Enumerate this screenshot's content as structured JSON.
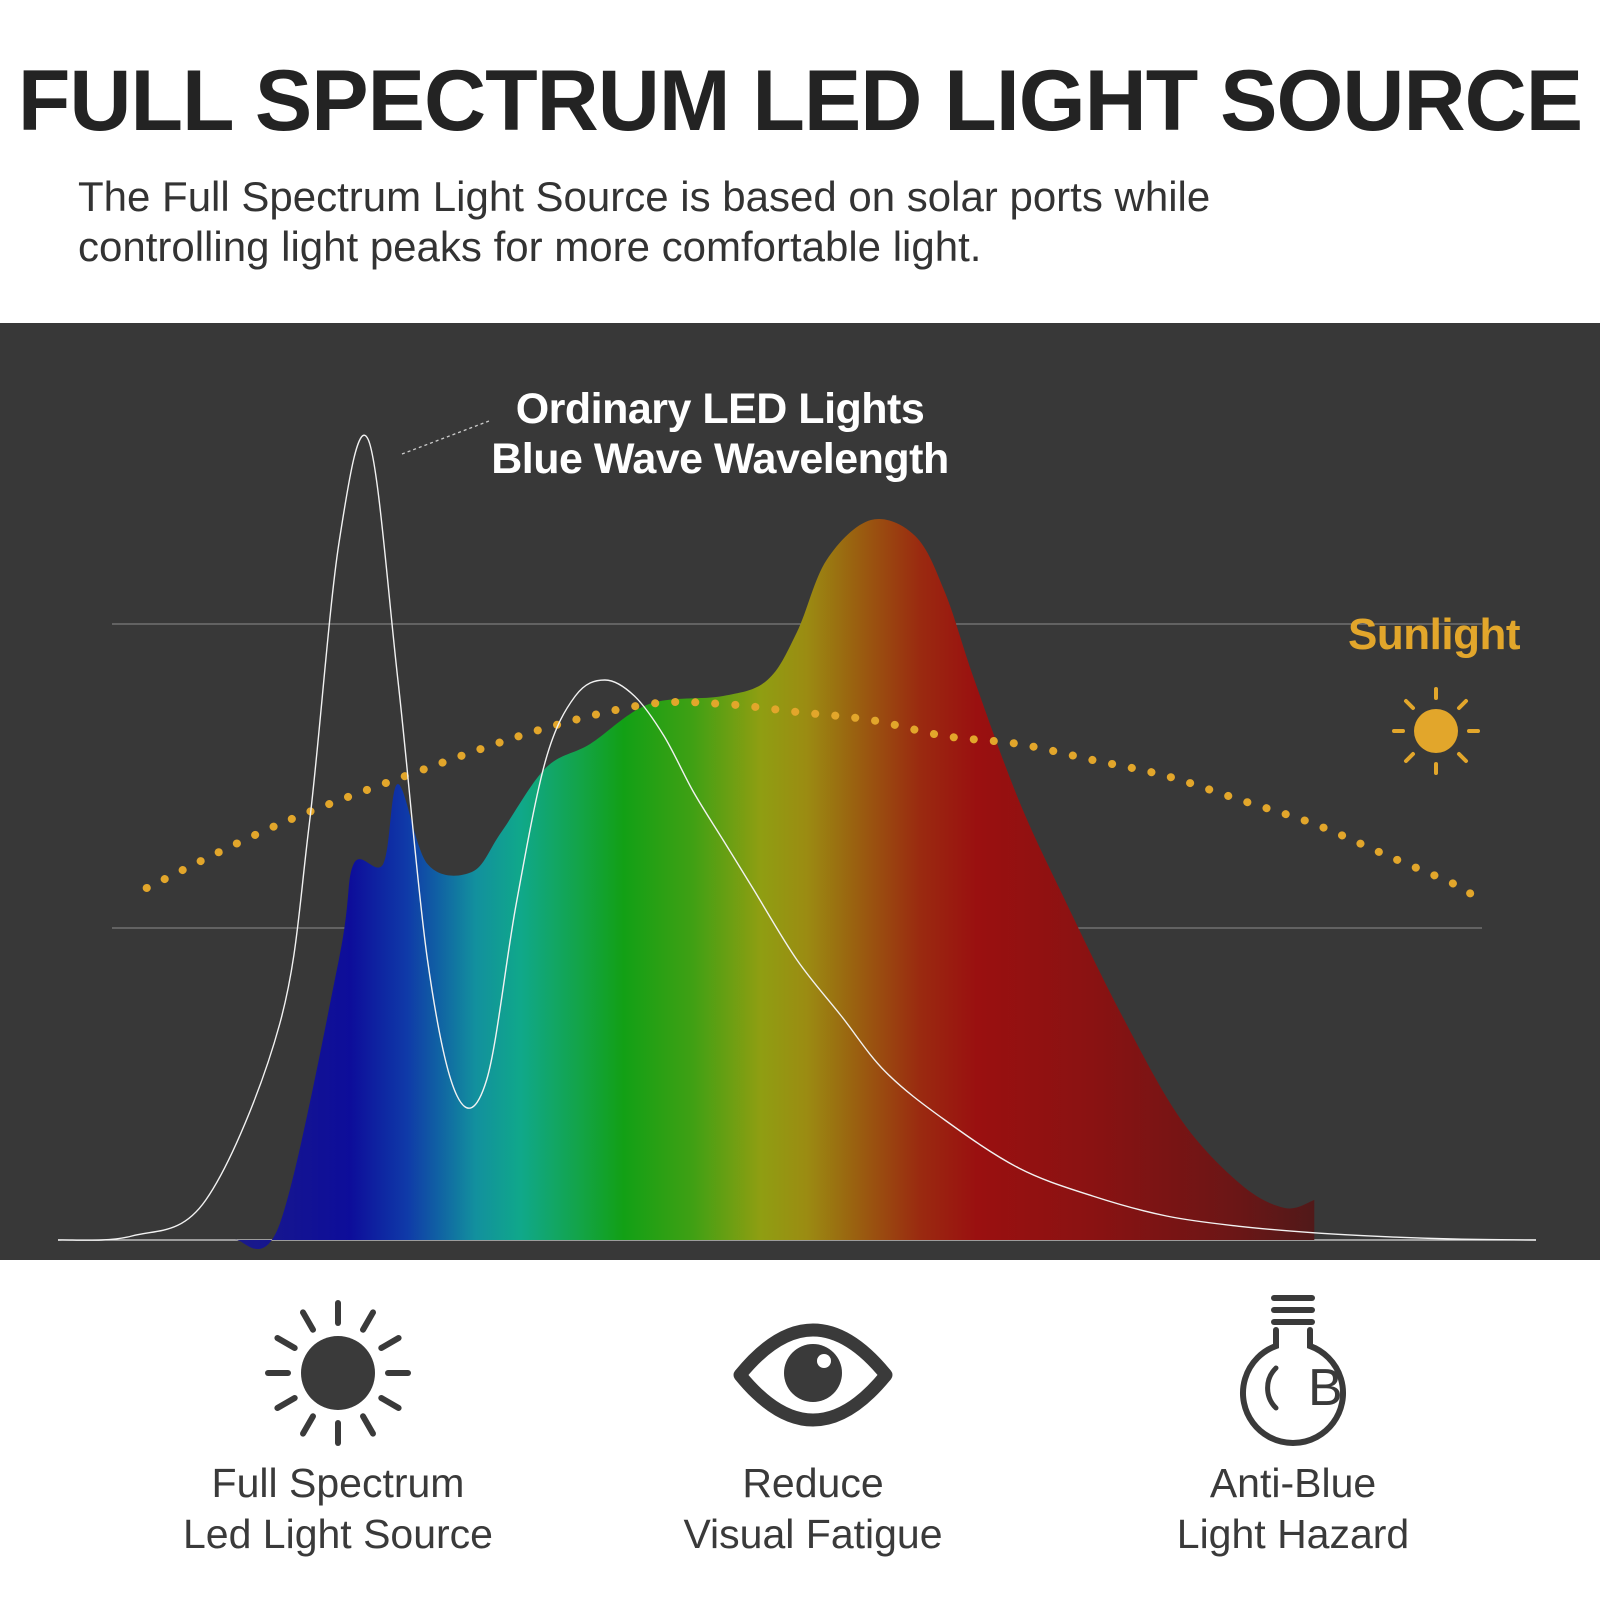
{
  "title": "FULL SPECTRUM LED LIGHT SOURCE",
  "subtitle_lines": [
    "The Full Spectrum Light Source is based on solar ports while",
    "controlling light peaks for more comfortable light."
  ],
  "chart_data": {
    "type": "area",
    "title": "",
    "xlabel": "",
    "ylabel": "",
    "grid": true,
    "annotations": [
      {
        "text_lines": [
          "Ordinary LED Lights",
          "Blue Wave Wavelength"
        ],
        "points_to": "ordinary-led-peak"
      },
      {
        "text_lines": [
          "Sunlight"
        ],
        "icon": "sun-icon"
      }
    ],
    "series": [
      {
        "id": "full-spectrum",
        "style": "filled rainbow gradient area (violet to deep red)",
        "x": [
          0.12,
          0.15,
          0.19,
          0.2,
          0.22,
          0.23,
          0.25,
          0.28,
          0.3,
          0.33,
          0.36,
          0.4,
          0.45,
          0.48,
          0.5,
          0.52,
          0.55,
          0.58,
          0.6,
          0.62,
          0.65,
          0.68,
          0.72,
          0.76,
          0.8,
          0.83,
          0.85
        ],
        "values": [
          0.0,
          0.02,
          0.35,
          0.47,
          0.47,
          0.57,
          0.47,
          0.46,
          0.51,
          0.59,
          0.62,
          0.67,
          0.68,
          0.7,
          0.76,
          0.85,
          0.9,
          0.88,
          0.81,
          0.7,
          0.55,
          0.43,
          0.28,
          0.15,
          0.07,
          0.04,
          0.05
        ]
      },
      {
        "id": "ordinary-led",
        "style": "thin white line",
        "x": [
          0.0,
          0.05,
          0.1,
          0.15,
          0.17,
          0.19,
          0.21,
          0.23,
          0.25,
          0.27,
          0.29,
          0.31,
          0.33,
          0.35,
          0.37,
          0.39,
          0.41,
          0.43,
          0.45,
          0.47,
          0.5,
          0.53,
          0.56,
          0.6,
          0.65,
          0.7,
          0.75,
          0.8,
          0.85,
          0.9,
          0.95,
          1.0
        ],
        "values": [
          0.0,
          0.005,
          0.05,
          0.27,
          0.52,
          0.87,
          1.0,
          0.7,
          0.35,
          0.18,
          0.2,
          0.42,
          0.6,
          0.68,
          0.7,
          0.68,
          0.63,
          0.56,
          0.5,
          0.44,
          0.35,
          0.28,
          0.21,
          0.15,
          0.09,
          0.055,
          0.03,
          0.017,
          0.009,
          0.004,
          0.001,
          0.0
        ]
      },
      {
        "id": "sunlight",
        "style": "dotted golden line",
        "x": [
          0.06,
          0.15,
          0.25,
          0.33,
          0.4,
          0.45,
          0.5,
          0.55,
          0.6,
          0.65,
          0.7,
          0.75,
          0.8,
          0.85,
          0.9,
          0.95,
          0.96
        ],
        "values": [
          0.44,
          0.52,
          0.59,
          0.64,
          0.67,
          0.67,
          0.66,
          0.65,
          0.63,
          0.62,
          0.6,
          0.58,
          0.55,
          0.52,
          0.48,
          0.44,
          0.42
        ]
      }
    ]
  },
  "features": [
    {
      "icon": "sun-icon",
      "lines": [
        "Full Spectrum",
        "Led Light Source"
      ]
    },
    {
      "icon": "eye-icon",
      "lines": [
        "Reduce",
        "Visual Fatigue"
      ]
    },
    {
      "icon": "bulb-b-icon",
      "lines": [
        "Anti-Blue",
        "Light Hazard"
      ],
      "icon_glyph": "B"
    }
  ],
  "colors": {
    "panel": "#383838",
    "sunlight": "#e2a62b",
    "text_dark": "#232323",
    "icon": "#3a3a3a"
  }
}
